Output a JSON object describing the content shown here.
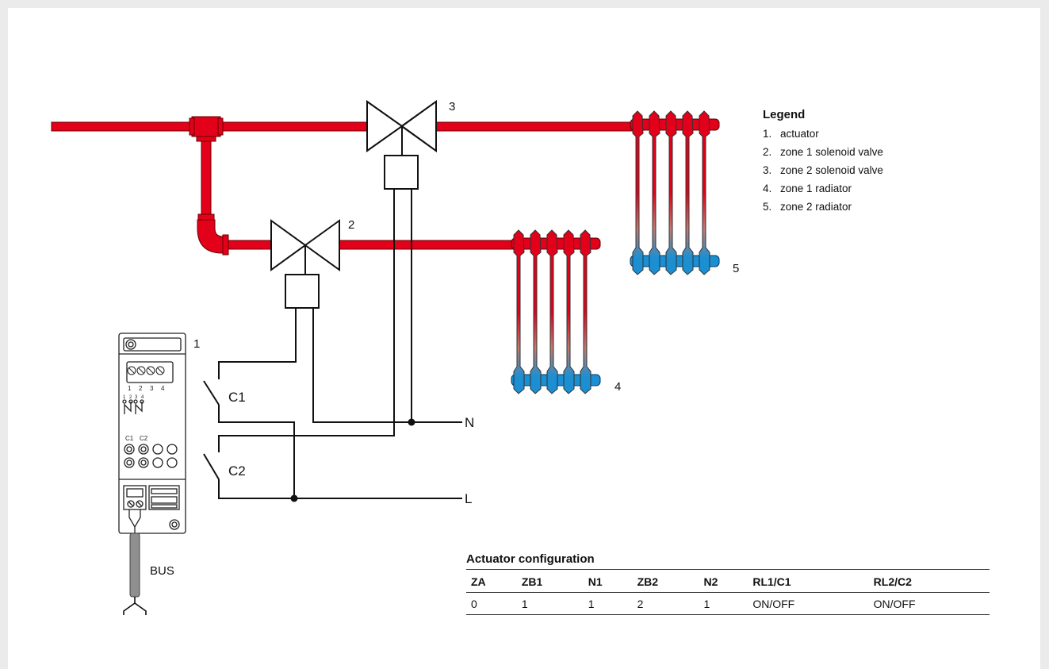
{
  "labels": {
    "actuator_num": "1",
    "valve1_num": "2",
    "valve2_num": "3",
    "radiator1_num": "4",
    "radiator2_num": "5",
    "c1": "C1",
    "c2": "C2",
    "n": "N",
    "l": "L",
    "bus": "BUS",
    "terminals": [
      "1",
      "2",
      "3",
      "4"
    ],
    "relays": [
      "1",
      "2",
      "3",
      "4"
    ],
    "outputs": [
      "C1",
      "C2"
    ]
  },
  "legend": {
    "title": "Legend",
    "items": [
      {
        "num": "1.",
        "text": "actuator"
      },
      {
        "num": "2.",
        "text": "zone 1 solenoid valve"
      },
      {
        "num": "3.",
        "text": "zone 2 solenoid valve"
      },
      {
        "num": "4.",
        "text": "zone 1 radiator"
      },
      {
        "num": "5.",
        "text": "zone 2 radiator"
      }
    ]
  },
  "config": {
    "title": "Actuator configuration",
    "headers": [
      "ZA",
      "ZB1",
      "N1",
      "ZB2",
      "N2",
      "RL1/C1",
      "RL2/C2"
    ],
    "rows": [
      [
        "0",
        "1",
        "1",
        "2",
        "1",
        "ON/OFF",
        "ON/OFF"
      ]
    ]
  },
  "colors": {
    "hot": "#e2001a",
    "cold": "#1b8fd2",
    "wire": "#111111"
  }
}
